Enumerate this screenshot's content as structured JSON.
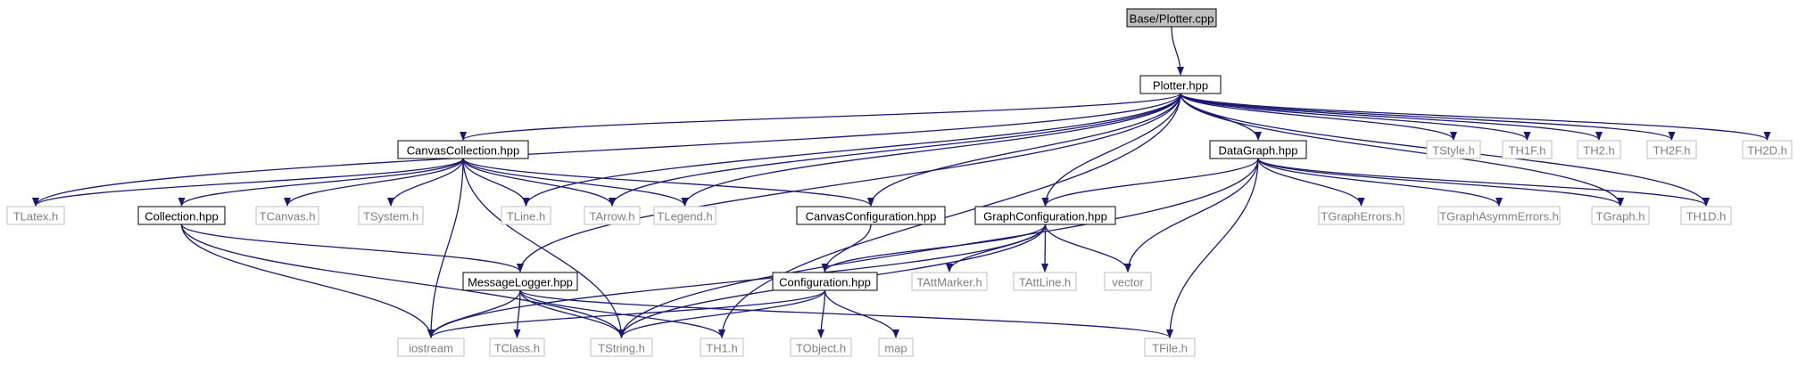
{
  "colors": {
    "edge": "#191970",
    "root_fill": "#bfbfbf",
    "local_border": "#000000",
    "system_border": "#bfbfbf",
    "system_text": "#808080",
    "local_text": "#000000"
  },
  "nodes": [
    {
      "id": "plotter_cpp",
      "label": "Base/Plotter.cpp",
      "kind": "root"
    },
    {
      "id": "plotter_hpp",
      "label": "Plotter.hpp",
      "kind": "local"
    },
    {
      "id": "canvascollection_hpp",
      "label": "CanvasCollection.hpp",
      "kind": "local"
    },
    {
      "id": "datagraph_hpp",
      "label": "DataGraph.hpp",
      "kind": "local"
    },
    {
      "id": "tstyle_h",
      "label": "TStyle.h",
      "kind": "system"
    },
    {
      "id": "th1f_h",
      "label": "TH1F.h",
      "kind": "system"
    },
    {
      "id": "th2_h",
      "label": "TH2.h",
      "kind": "system"
    },
    {
      "id": "th2f_h",
      "label": "TH2F.h",
      "kind": "system"
    },
    {
      "id": "th2d_h",
      "label": "TH2D.h",
      "kind": "system"
    },
    {
      "id": "tlatex_h",
      "label": "TLatex.h",
      "kind": "system"
    },
    {
      "id": "collection_hpp",
      "label": "Collection.hpp",
      "kind": "local"
    },
    {
      "id": "tcanvas_h",
      "label": "TCanvas.h",
      "kind": "system"
    },
    {
      "id": "tsystem_h",
      "label": "TSystem.h",
      "kind": "system"
    },
    {
      "id": "tline_h",
      "label": "TLine.h",
      "kind": "system"
    },
    {
      "id": "tarrow_h",
      "label": "TArrow.h",
      "kind": "system"
    },
    {
      "id": "tlegend_h",
      "label": "TLegend.h",
      "kind": "system"
    },
    {
      "id": "canvasconfiguration_hpp",
      "label": "CanvasConfiguration.hpp",
      "kind": "local"
    },
    {
      "id": "graphconfiguration_hpp",
      "label": "GraphConfiguration.hpp",
      "kind": "local"
    },
    {
      "id": "tgrapherrors_h",
      "label": "TGraphErrors.h",
      "kind": "system"
    },
    {
      "id": "tgraphasymmerrors_h",
      "label": "TGraphAsymmErrors.h",
      "kind": "system"
    },
    {
      "id": "tgraph_h",
      "label": "TGraph.h",
      "kind": "system"
    },
    {
      "id": "th1d_h",
      "label": "TH1D.h",
      "kind": "system"
    },
    {
      "id": "messagelogger_hpp",
      "label": "MessageLogger.hpp",
      "kind": "local"
    },
    {
      "id": "tattmarker_h",
      "label": "TAttMarker.h",
      "kind": "system"
    },
    {
      "id": "tattline_h",
      "label": "TAttLine.h",
      "kind": "system"
    },
    {
      "id": "vector",
      "label": "vector",
      "kind": "system"
    },
    {
      "id": "configuration_hpp",
      "label": "Configuration.hpp",
      "kind": "local"
    },
    {
      "id": "iostream",
      "label": "iostream",
      "kind": "system"
    },
    {
      "id": "tclass_h",
      "label": "TClass.h",
      "kind": "system"
    },
    {
      "id": "tstring_h",
      "label": "TString.h",
      "kind": "system"
    },
    {
      "id": "th1_h",
      "label": "TH1.h",
      "kind": "system"
    },
    {
      "id": "tobject_h",
      "label": "TObject.h",
      "kind": "system"
    },
    {
      "id": "map",
      "label": "map",
      "kind": "system"
    },
    {
      "id": "tfile_h",
      "label": "TFile.h",
      "kind": "system"
    }
  ],
  "edges": [
    [
      "plotter_cpp",
      "plotter_hpp"
    ],
    [
      "plotter_hpp",
      "canvascollection_hpp"
    ],
    [
      "plotter_hpp",
      "datagraph_hpp"
    ],
    [
      "plotter_hpp",
      "tstyle_h"
    ],
    [
      "plotter_hpp",
      "th1f_h"
    ],
    [
      "plotter_hpp",
      "th2_h"
    ],
    [
      "plotter_hpp",
      "th2f_h"
    ],
    [
      "plotter_hpp",
      "th2d_h"
    ],
    [
      "plotter_hpp",
      "tlatex_h"
    ],
    [
      "plotter_hpp",
      "tline_h"
    ],
    [
      "plotter_hpp",
      "tarrow_h"
    ],
    [
      "plotter_hpp",
      "tlegend_h"
    ],
    [
      "plotter_hpp",
      "canvasconfiguration_hpp"
    ],
    [
      "plotter_hpp",
      "graphconfiguration_hpp"
    ],
    [
      "plotter_hpp",
      "tgraph_h"
    ],
    [
      "plotter_hpp",
      "th1d_h"
    ],
    [
      "plotter_hpp",
      "messagelogger_hpp"
    ],
    [
      "plotter_hpp",
      "th1_h"
    ],
    [
      "canvascollection_hpp",
      "tlatex_h"
    ],
    [
      "canvascollection_hpp",
      "collection_hpp"
    ],
    [
      "canvascollection_hpp",
      "tcanvas_h"
    ],
    [
      "canvascollection_hpp",
      "tsystem_h"
    ],
    [
      "canvascollection_hpp",
      "tline_h"
    ],
    [
      "canvascollection_hpp",
      "tarrow_h"
    ],
    [
      "canvascollection_hpp",
      "tlegend_h"
    ],
    [
      "canvascollection_hpp",
      "canvasconfiguration_hpp"
    ],
    [
      "canvascollection_hpp",
      "iostream"
    ],
    [
      "canvascollection_hpp",
      "tstring_h"
    ],
    [
      "datagraph_hpp",
      "graphconfiguration_hpp"
    ],
    [
      "datagraph_hpp",
      "tgrapherrors_h"
    ],
    [
      "datagraph_hpp",
      "tgraphasymmerrors_h"
    ],
    [
      "datagraph_hpp",
      "tgraph_h"
    ],
    [
      "datagraph_hpp",
      "th1d_h"
    ],
    [
      "datagraph_hpp",
      "vector"
    ],
    [
      "datagraph_hpp",
      "tstring_h"
    ],
    [
      "datagraph_hpp",
      "tfile_h"
    ],
    [
      "collection_hpp",
      "messagelogger_hpp"
    ],
    [
      "collection_hpp",
      "iostream"
    ],
    [
      "collection_hpp",
      "tstring_h"
    ],
    [
      "canvasconfiguration_hpp",
      "configuration_hpp"
    ],
    [
      "graphconfiguration_hpp",
      "configuration_hpp"
    ],
    [
      "graphconfiguration_hpp",
      "tattmarker_h"
    ],
    [
      "graphconfiguration_hpp",
      "tattline_h"
    ],
    [
      "graphconfiguration_hpp",
      "vector"
    ],
    [
      "graphconfiguration_hpp",
      "iostream"
    ],
    [
      "graphconfiguration_hpp",
      "tstring_h"
    ],
    [
      "messagelogger_hpp",
      "iostream"
    ],
    [
      "messagelogger_hpp",
      "tclass_h"
    ],
    [
      "messagelogger_hpp",
      "tstring_h"
    ],
    [
      "messagelogger_hpp",
      "th1_h"
    ],
    [
      "messagelogger_hpp",
      "tfile_h"
    ],
    [
      "configuration_hpp",
      "iostream"
    ],
    [
      "configuration_hpp",
      "tstring_h"
    ],
    [
      "configuration_hpp",
      "tobject_h"
    ],
    [
      "configuration_hpp",
      "map"
    ]
  ]
}
